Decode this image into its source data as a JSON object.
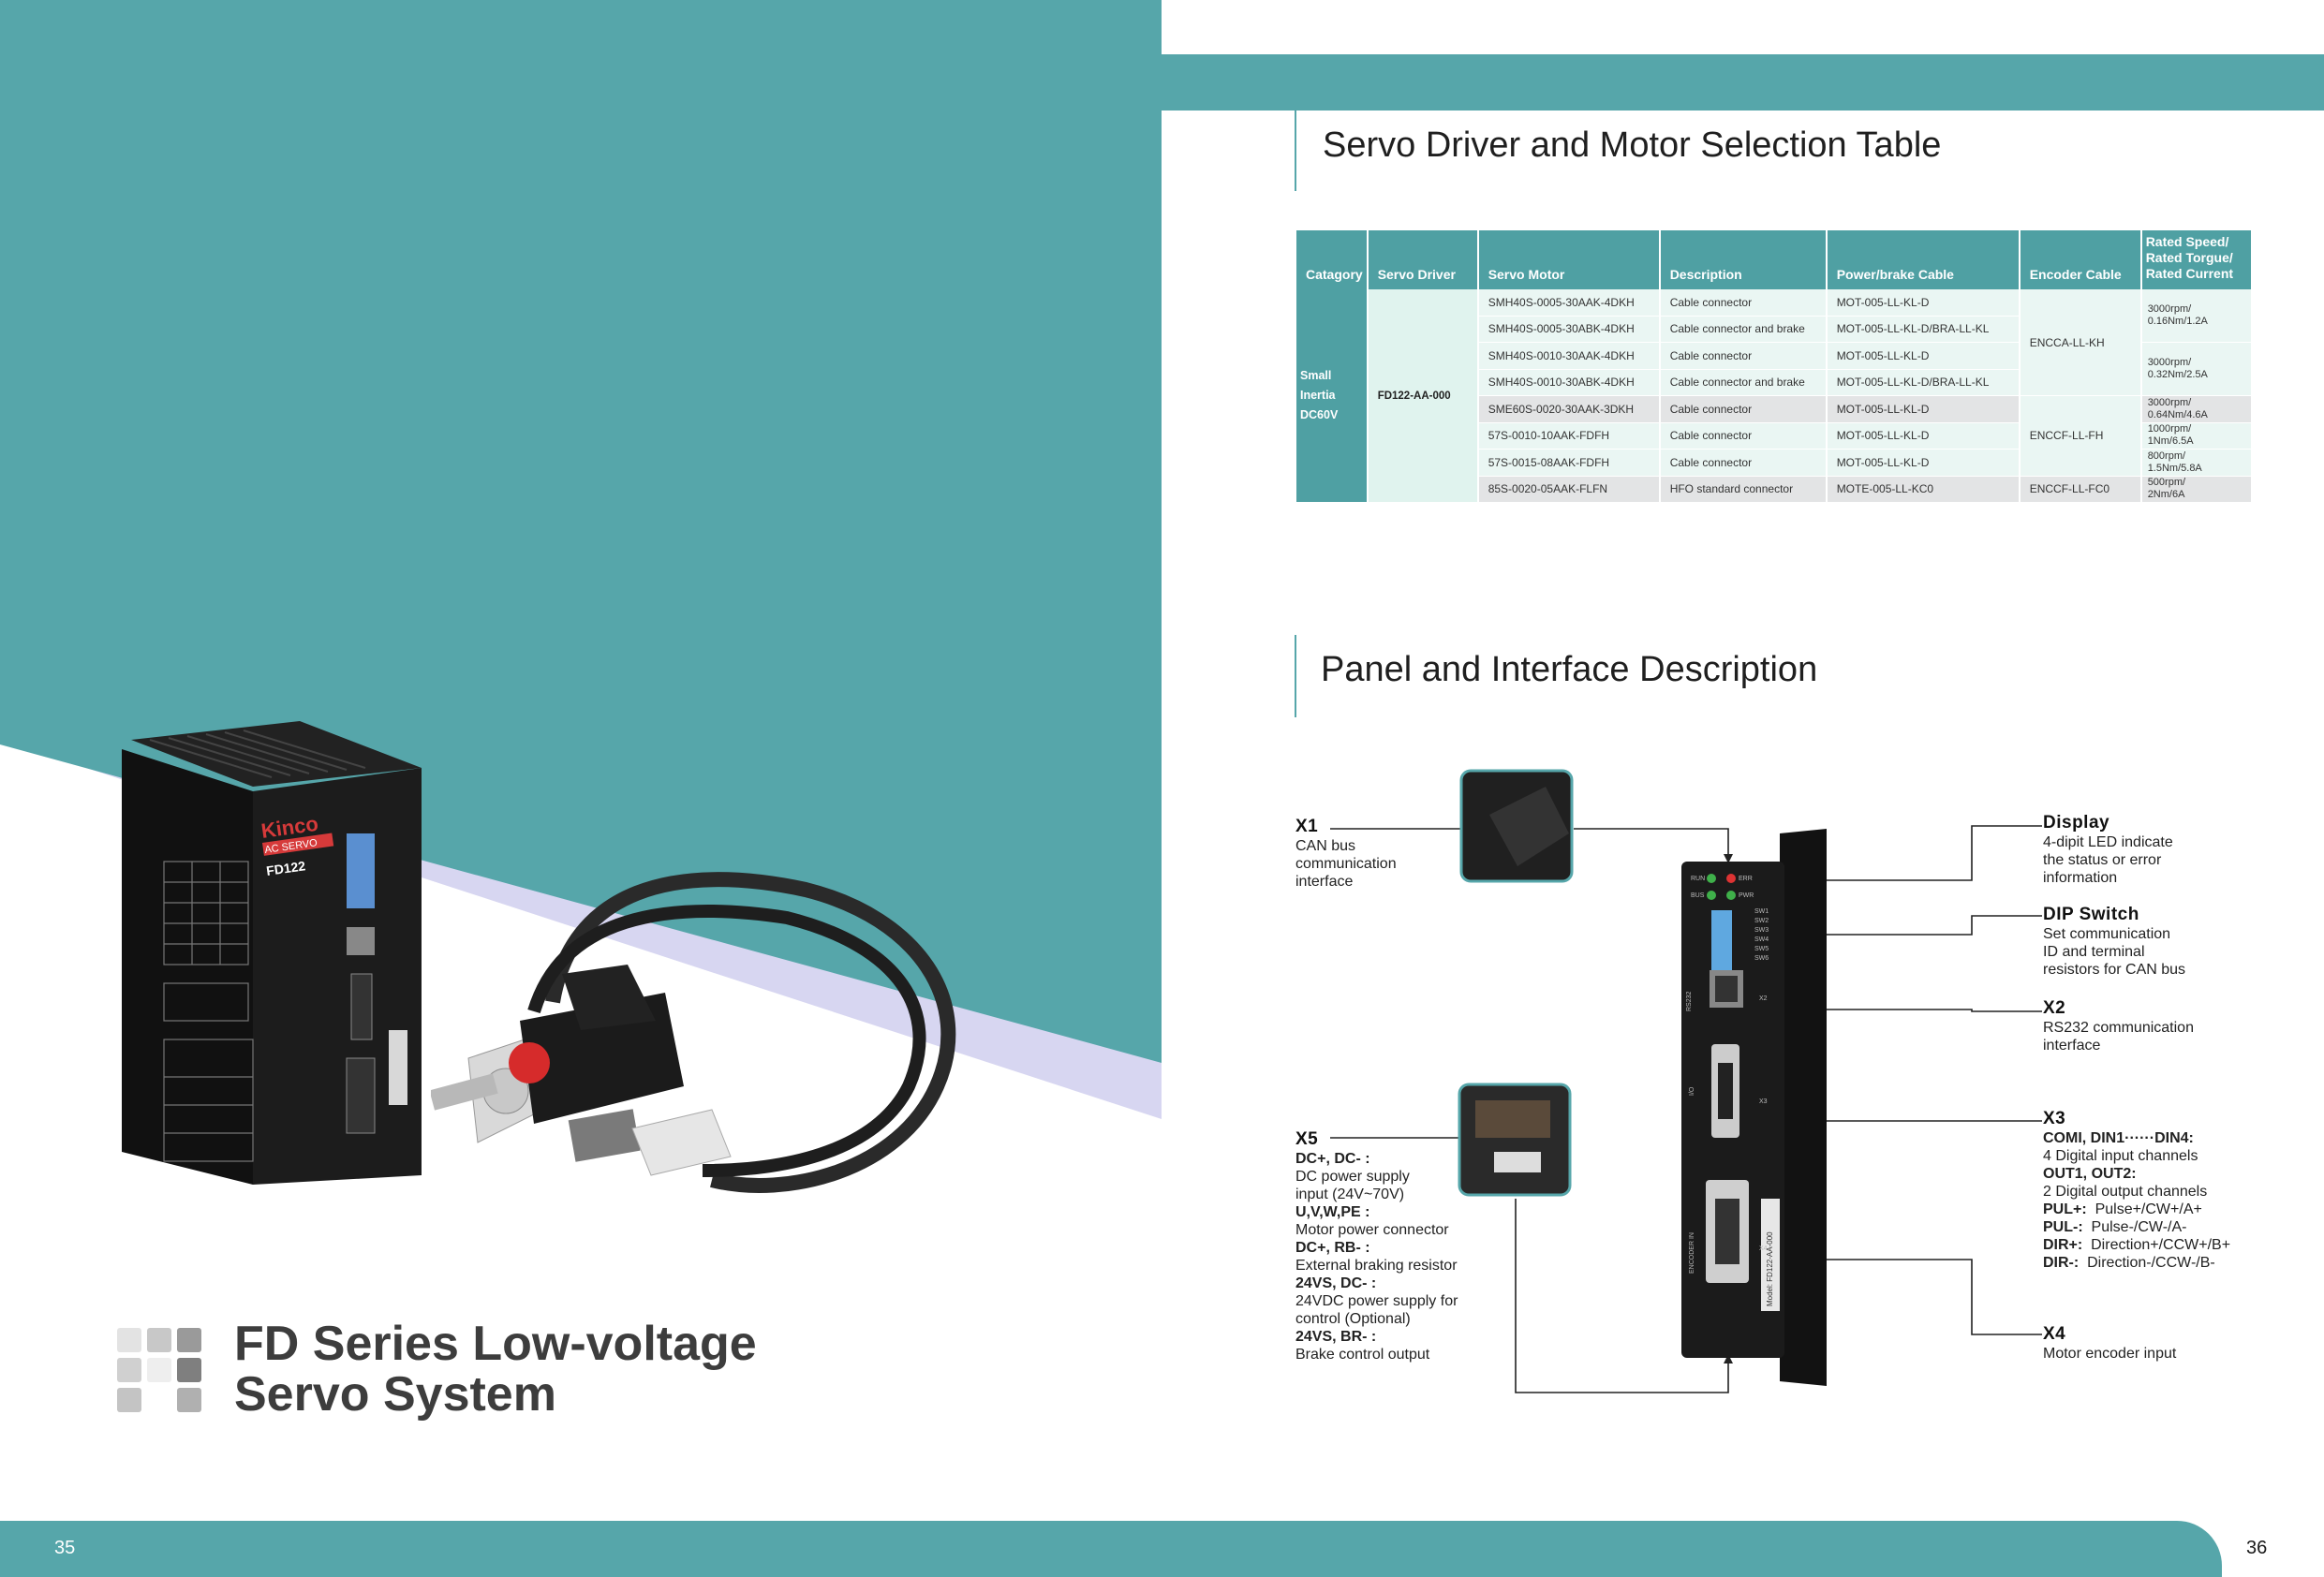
{
  "brand": {
    "title_line1": "FD Series Low-voltage",
    "title_line2": "Servo System"
  },
  "driver_photo": {
    "brand_text": "Kinco",
    "badge_text": "AC SERVO",
    "model_text": "FD122"
  },
  "sections": {
    "table_title": "Servo Driver and Motor Selection Table",
    "panel_title": "Panel and Interface Description"
  },
  "table": {
    "headers": [
      "Catagory",
      "Servo Driver",
      "Servo Motor",
      "Description",
      "Power/brake Cable",
      "Encoder Cable",
      "Rated Speed/\nRated Torgue/\nRated Current"
    ],
    "category": [
      "Small",
      "Inertia",
      "DC60V"
    ],
    "driver": "FD122-AA-000",
    "rows": [
      {
        "motor": "SMH40S-0005-30AAK-4DKH",
        "desc": "Cable connector",
        "cable": "MOT-005-LL-KL-D"
      },
      {
        "motor": "SMH40S-0005-30ABK-4DKH",
        "desc": "Cable connector and brake",
        "cable": "MOT-005-LL-KL-D/BRA-LL-KL"
      },
      {
        "motor": "SMH40S-0010-30AAK-4DKH",
        "desc": "Cable connector",
        "cable": "MOT-005-LL-KL-D"
      },
      {
        "motor": "SMH40S-0010-30ABK-4DKH",
        "desc": "Cable connector and brake",
        "cable": "MOT-005-LL-KL-D/BRA-LL-KL"
      },
      {
        "motor": "SME60S-0020-30AAK-3DKH",
        "desc": "Cable connector",
        "cable": "MOT-005-LL-KL-D"
      },
      {
        "motor": "57S-0010-10AAK-FDFH",
        "desc": "Cable connector",
        "cable": "MOT-005-LL-KL-D"
      },
      {
        "motor": "57S-0015-08AAK-FDFH",
        "desc": "Cable connector",
        "cable": "MOT-005-LL-KL-D"
      },
      {
        "motor": "85S-0020-05AAK-FLFN",
        "desc": "HFO standard connector",
        "cable": "MOTE-005-LL-KC0"
      }
    ],
    "encoders": [
      "ENCCA-LL-KH",
      "ENCCF-LL-FH",
      "ENCCF-LL-FC0"
    ],
    "speeds": [
      [
        "3000rpm/",
        "0.16Nm/1.2A"
      ],
      [
        "3000rpm/",
        "0.32Nm/2.5A"
      ],
      [
        "3000rpm/",
        "0.64Nm/4.6A"
      ],
      [
        "1000rpm/",
        "1Nm/6.5A"
      ],
      [
        "800rpm/",
        "1.5Nm/5.8A"
      ],
      [
        "500rpm/",
        "2Nm/6A"
      ]
    ]
  },
  "interfaces": {
    "x1": {
      "title": "X1",
      "lines": [
        "CAN bus",
        "communication",
        "interface"
      ]
    },
    "x5": {
      "title": "X5",
      "items": [
        {
          "bold": "DC+, DC- :",
          "text": [
            "DC power supply",
            "input (24V~70V)"
          ]
        },
        {
          "bold": "U,V,W,PE :",
          "text": [
            "Motor power connector"
          ]
        },
        {
          "bold": "DC+, RB- :",
          "text": [
            "External braking resistor"
          ]
        },
        {
          "bold": "24VS, DC- :",
          "text": [
            "24VDC power supply for",
            "control (Optional)"
          ]
        },
        {
          "bold": "24VS, BR- :",
          "text": [
            "Brake control output"
          ]
        }
      ]
    },
    "display": {
      "title": "Display",
      "lines": [
        "4-dipit LED indicate",
        "the status or error",
        "information"
      ]
    },
    "dip": {
      "title": "DIP Switch",
      "lines": [
        "Set communication",
        "ID and terminal",
        "resistors for CAN bus"
      ]
    },
    "x2": {
      "title": "X2",
      "lines": [
        "RS232 communication",
        "interface"
      ]
    },
    "x3": {
      "title": "X3",
      "items": [
        {
          "bold": "COMI, DIN1······DIN4:",
          "text": ""
        },
        {
          "bold": "",
          "text": "4 Digital input channels"
        },
        {
          "bold": "OUT1, OUT2:",
          "text": ""
        },
        {
          "bold": "",
          "text": "2 Digital output channels"
        },
        {
          "bold": "PUL+:",
          "text": "Pulse+/CW+/A+"
        },
        {
          "bold": "PUL-:",
          "text": "Pulse-/CW-/A-"
        },
        {
          "bold": "DIR+:",
          "text": "Direction+/CCW+/B+"
        },
        {
          "bold": "DIR-:",
          "text": "Direction-/CCW-/B-"
        }
      ]
    },
    "x4": {
      "title": "X4",
      "lines": [
        "Motor encoder input"
      ]
    }
  },
  "device_labels": {
    "run": "RUN",
    "err": "ERR",
    "bus": "BUS",
    "pwr": "PWR",
    "sw": [
      "SW1",
      "SW2",
      "SW3",
      "SW4",
      "SW5",
      "SW6"
    ],
    "rs232": "RS232",
    "x2": "X2",
    "x3": "X3",
    "x4": "X4",
    "io": "I/O",
    "encoder_in": "ENCODER IN",
    "nameplate": "Model: FD122-AA-000"
  },
  "pages": {
    "left": "35",
    "right": "36"
  },
  "colors": {
    "teal": "#56a6aa",
    "teal_dark": "#4fa0a3",
    "lavender": "#d7d6f1",
    "gray_text": "#3d3d3d"
  }
}
